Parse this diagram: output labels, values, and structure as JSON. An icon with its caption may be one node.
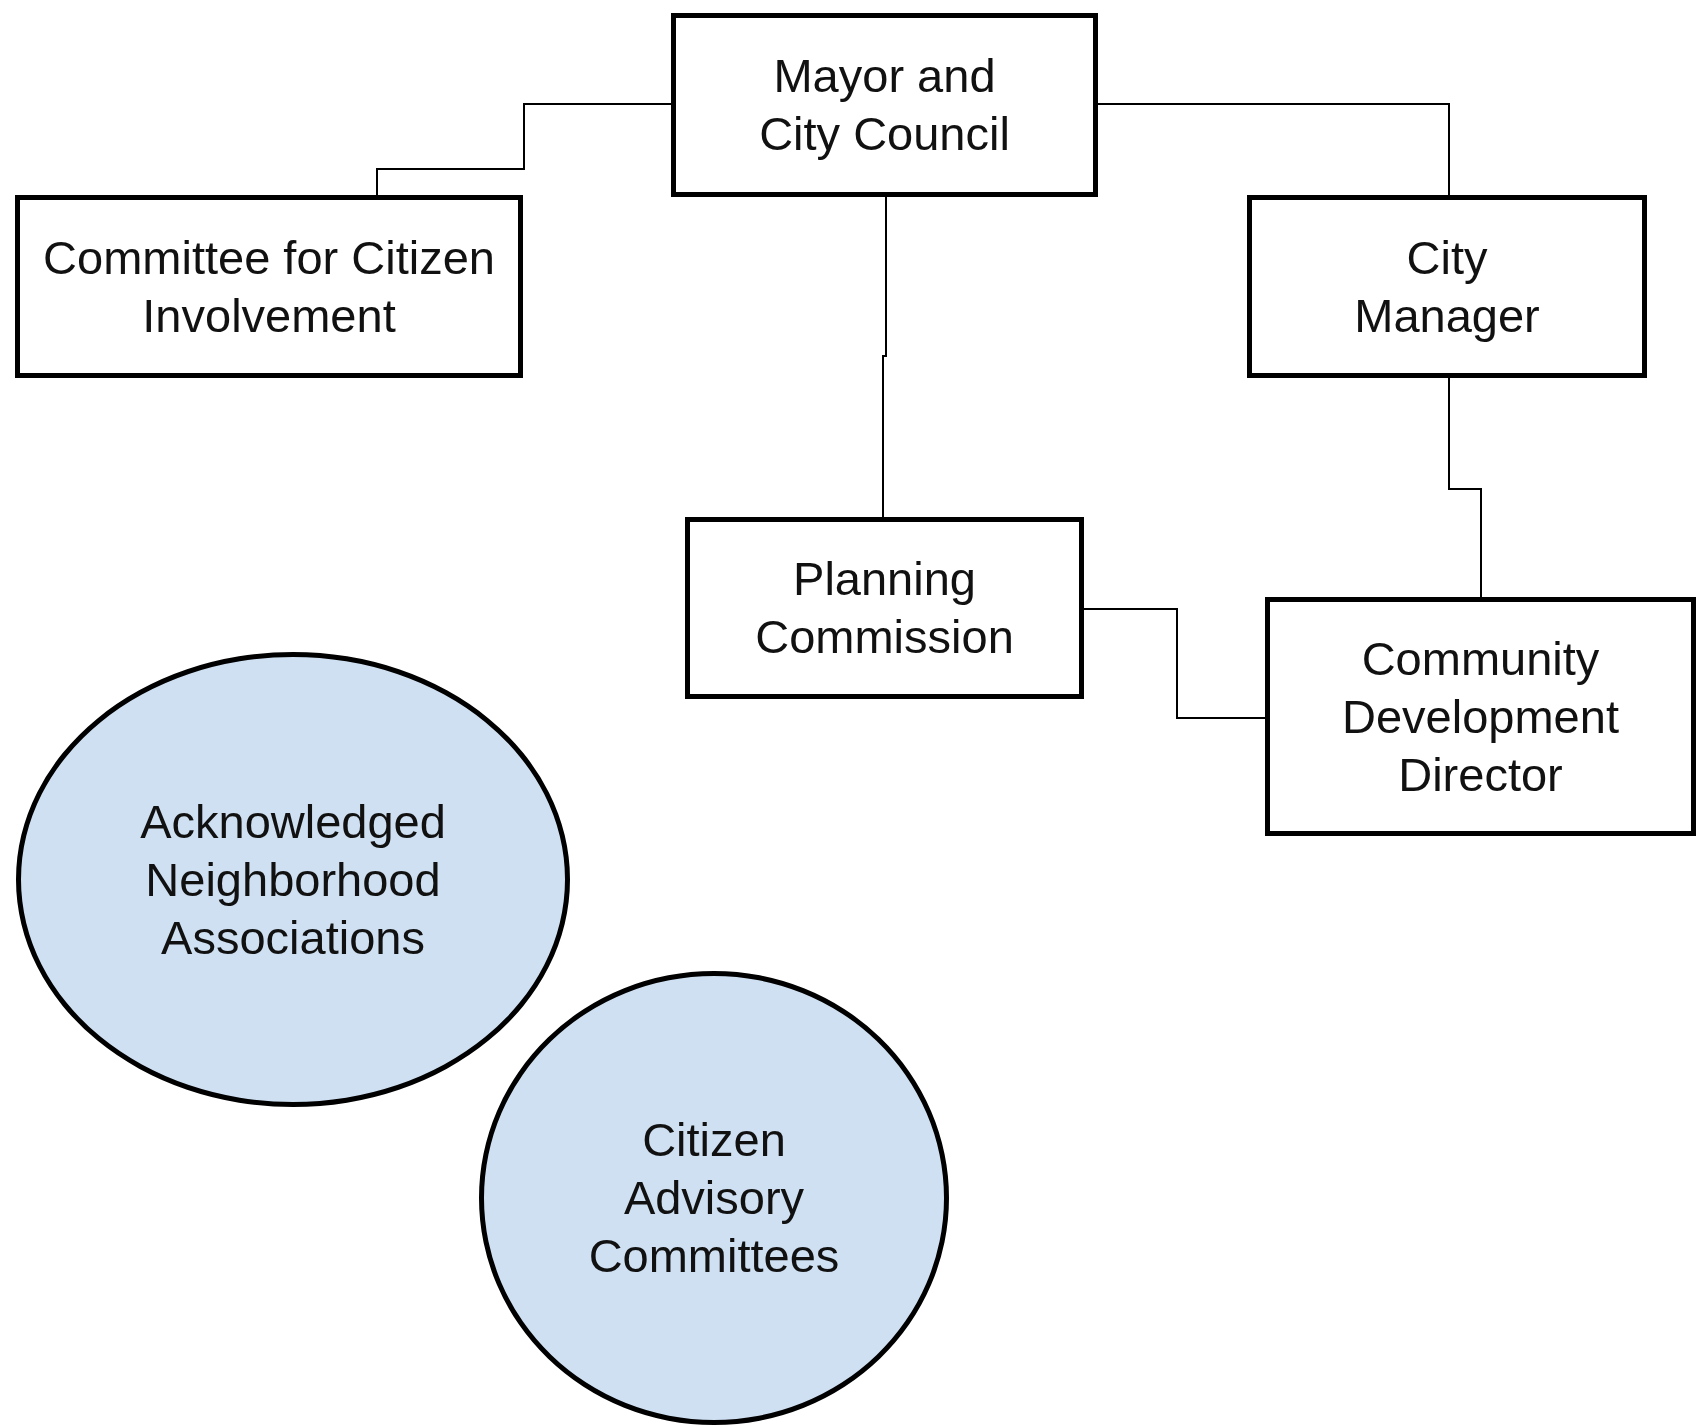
{
  "diagram": {
    "nodes": [
      {
        "text": [
          "Mayor and City Council"
        ]
      },
      {
        "text": [
          "Committee for Citizen Involvement"
        ]
      },
      {
        "text": [
          "City Manager"
        ]
      },
      {
        "text": [
          "Planning Commission"
        ]
      },
      {
        "text": [
          "Community Development Director"
        ]
      },
      {
        "text": [
          "Acknowledged Neighborhood Associations"
        ]
      },
      {
        "text": [
          "Citizen Advisory Committees"
        ]
      }
    ],
    "edges": [
      {
        "from": 0,
        "to": 1,
        "arrow": "none"
      },
      {
        "from": 0,
        "to": 2,
        "arrow": "none"
      },
      {
        "from": 0,
        "to": 3,
        "arrow": "none"
      },
      {
        "from": 2,
        "to": 4,
        "arrow": "none"
      },
      {
        "from": 3,
        "to": 4,
        "arrow": "none"
      }
    ]
  }
}
